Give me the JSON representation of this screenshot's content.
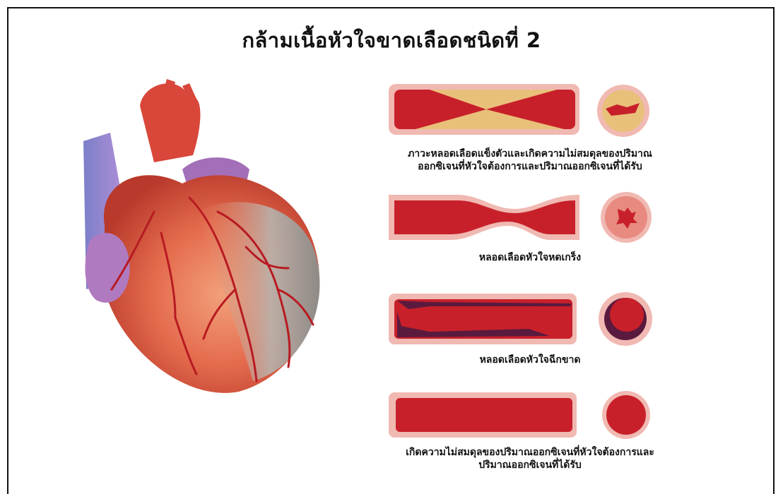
{
  "title": "กล้ามเนื้อหัวใจขาดเลือดชนิดที่ 2",
  "colors": {
    "artery": "#c8202a",
    "artery_light": "#ef8a86",
    "wall": "#f0b9b2",
    "plaque": "#e9c07a",
    "dissection": "#5a1a3e",
    "background": "#ffffff"
  },
  "panels": [
    {
      "caption_lines": [
        "ภาวะหลอดเลือดแข็งตัวและเกิดความไม่สมดุลของปริมาณ",
        "ออกซิเจนที่หัวใจต้องการและปริมาณออกซิเจนที่ได้รับ"
      ]
    },
    {
      "caption_lines": [
        "หลอดเลือดหัวใจหดเกร็ง"
      ]
    },
    {
      "caption_lines": [
        "หลอดเลือดหัวใจฉีกขาด"
      ]
    },
    {
      "caption_lines": [
        "เกิดความไม่สมดุลของปริมาณออกซิเจนที่หัวใจต้องการและ",
        "ปริมาณออกซิเจนที่ได้รับ"
      ]
    }
  ]
}
